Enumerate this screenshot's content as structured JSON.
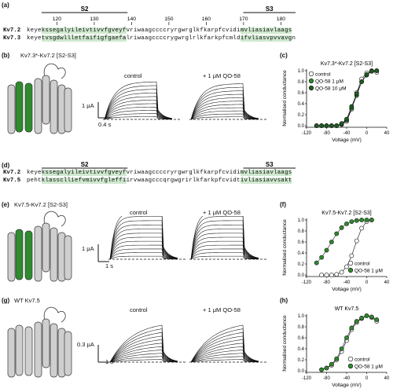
{
  "panels": {
    "a": "(a)",
    "b": "(b)",
    "c": "(c)",
    "d": "(d)",
    "e": "(e)",
    "f": "(f)",
    "g": "(g)",
    "h": "(h)"
  },
  "colors": {
    "green": "#2e8b2e",
    "highlight": "#cfe8cf",
    "grey": "#cfcfcf"
  },
  "alignment_a": {
    "ticks": [
      "120",
      "130",
      "140",
      "150",
      "160",
      "170",
      "180"
    ],
    "segments": [
      "S2",
      "S3"
    ],
    "rows": [
      {
        "name": "Kv7.2",
        "seq": "keyekssegalyileivtivvfgveyfvriwaagccccryrgwrglkfkarpfcvidimvliasiavlaags"
      },
      {
        "name": "Kv7.3",
        "seq": "keyetvsgdwllletfaifigfgaefalriwaagccccrygwrglrlkfarkpfcmldifvliasvpvvavgn"
      }
    ]
  },
  "alignment_d": {
    "segments": [
      "S2",
      "S3"
    ],
    "rows": [
      {
        "name": "Kv7.2",
        "seq": "keyekssegalyileivtivvfgveyfvriwaagccccryrgwrglkfkarpfcvidimvliasiavlaags"
      },
      {
        "name": "Kv7.5",
        "seq": "pehtklassclliefvmivvfgleffiirvwaagcccqrgwgrirlkfarkpfcvidtivliasiavvsakt"
      }
    ]
  },
  "row_b": {
    "construct": "Kv7.3*-Kv7.2 [S2-S3]",
    "control": "control",
    "drug": "+ 1 μM QO-58",
    "scale_y": "1 μA",
    "scale_x": "0.4 s"
  },
  "row_e": {
    "construct": "Kv7.5-Kv7.2 [S2-S3]",
    "control": "control",
    "drug": "+ 1 μM QO-58",
    "scale_y": "1 μA",
    "scale_x": "1 s"
  },
  "row_g": {
    "construct": "WT Kv7.5",
    "control": "control",
    "drug": "+ 1 μM QO-58",
    "scale_y": "0.3 μA",
    "scale_x": "1 s"
  },
  "chart_data": [
    {
      "type": "scatter",
      "title": "Kv7.3*-Kv7.2 [S2-S3]",
      "xlabel": "Voltage (mV)",
      "ylabel": "Normalised conductance",
      "xlim": [
        -120,
        40
      ],
      "ylim": [
        0,
        1
      ],
      "xticks": [
        "-120",
        "-80",
        "-40",
        "0",
        "40"
      ],
      "yticks": [
        "0.0",
        "0.2",
        "0.4",
        "0.6",
        "0.8",
        "1.0"
      ],
      "legend": "top-left",
      "series": [
        {
          "name": "control",
          "style": "open",
          "x": [
            -100,
            -90,
            -80,
            -70,
            -60,
            -50,
            -40,
            -30,
            -20,
            -10,
            0,
            10,
            20
          ],
          "y": [
            0,
            0,
            0,
            0,
            0,
            0.02,
            0.08,
            0.3,
            0.6,
            0.85,
            0.96,
            1.0,
            0.97
          ]
        },
        {
          "name": "QO-58 1 μM",
          "style": "green",
          "x": [
            -100,
            -90,
            -80,
            -70,
            -60,
            -50,
            -40,
            -30,
            -20,
            -10,
            0,
            10,
            20
          ],
          "y": [
            0,
            0,
            0,
            0,
            0,
            0.03,
            0.1,
            0.32,
            0.55,
            0.8,
            0.92,
            0.99,
            1.0
          ]
        },
        {
          "name": "QO-58 10 μM",
          "style": "dark",
          "x": [
            -100,
            -90,
            -80,
            -70,
            -60,
            -50,
            -40,
            -30,
            -20,
            -10,
            0,
            10,
            20
          ],
          "y": [
            0,
            0,
            0,
            0,
            0,
            0.04,
            0.12,
            0.35,
            0.58,
            0.8,
            0.93,
            0.99,
            1.0
          ]
        }
      ]
    },
    {
      "type": "scatter",
      "title": "Kv7.5-Kv7.2 [S2-S3]",
      "xlabel": "Voltage (mV)",
      "ylabel": "Normalised conductance",
      "xlim": [
        -120,
        40
      ],
      "ylim": [
        0,
        1
      ],
      "xticks": [
        "-120",
        "-80",
        "-40",
        "0",
        "40"
      ],
      "yticks": [
        "0.0",
        "0.2",
        "0.4",
        "0.6",
        "0.8",
        "1.0"
      ],
      "legend": "bottom-right",
      "series": [
        {
          "name": "control",
          "style": "open",
          "x": [
            -90,
            -80,
            -70,
            -60,
            -50,
            -40,
            -30,
            -20,
            -10,
            0,
            10
          ],
          "y": [
            0,
            0,
            0,
            0.01,
            0.05,
            0.15,
            0.35,
            0.62,
            0.85,
            0.97,
            1.0
          ]
        },
        {
          "name": "QO-58 1 μM",
          "style": "green",
          "x": [
            -100,
            -90,
            -80,
            -70,
            -60,
            -50,
            -40,
            -30,
            -20,
            -10,
            0,
            10
          ],
          "y": [
            0.22,
            0.32,
            0.45,
            0.6,
            0.75,
            0.86,
            0.93,
            0.97,
            0.99,
            1.0,
            1.0,
            1.0
          ]
        }
      ]
    },
    {
      "type": "scatter",
      "title": "WT Kv7.5",
      "xlabel": "Voltage (mV)",
      "ylabel": "Normalised conductance",
      "xlim": [
        -120,
        40
      ],
      "ylim": [
        0,
        1
      ],
      "xticks": [
        "-120",
        "-80",
        "-40",
        "0",
        "40"
      ],
      "yticks": [
        "0.0",
        "0.2",
        "0.4",
        "0.6",
        "0.8",
        "1.0"
      ],
      "legend": "bottom-right",
      "series": [
        {
          "name": "control",
          "style": "open",
          "x": [
            -90,
            -80,
            -70,
            -60,
            -50,
            -40,
            -30,
            -20,
            -10,
            0,
            10,
            20
          ],
          "y": [
            0.02,
            0.05,
            0.1,
            0.2,
            0.35,
            0.55,
            0.75,
            0.88,
            0.95,
            1.0,
            0.97,
            0.9
          ]
        },
        {
          "name": "QO-58 1 μM",
          "style": "green",
          "x": [
            -90,
            -80,
            -70,
            -60,
            -50,
            -40,
            -30,
            -20,
            -10,
            0,
            10,
            20
          ],
          "y": [
            0.02,
            0.05,
            0.12,
            0.22,
            0.4,
            0.6,
            0.78,
            0.9,
            0.96,
            1.0,
            0.98,
            0.93
          ]
        }
      ]
    }
  ]
}
